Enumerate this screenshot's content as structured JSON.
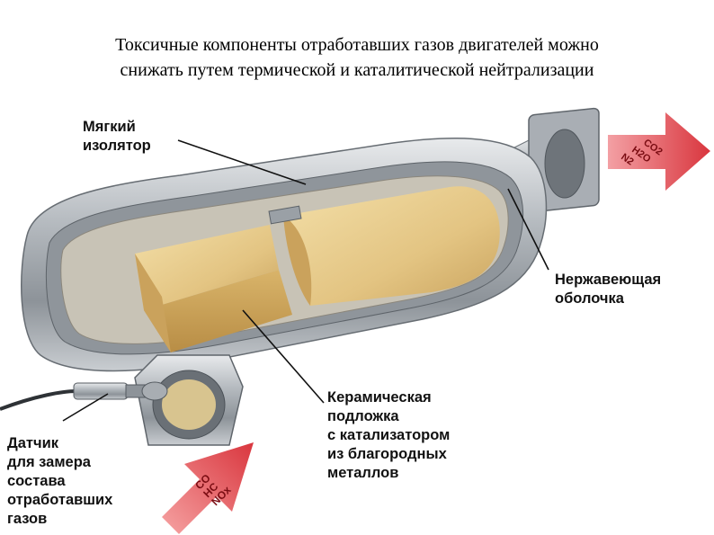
{
  "title": {
    "line1": "Токсичные компоненты отработавших газов двигателей можно",
    "line2": "снижать путем термической и каталитической нейтрализации"
  },
  "labels": {
    "insulator": [
      "Мягкий",
      "изолятор"
    ],
    "shell": [
      "Нержавеющая",
      "оболочка"
    ],
    "substrate": [
      "Керамическая",
      "подложка",
      "с катализатором",
      "из благородных",
      "металлов"
    ],
    "sensor": [
      "Датчик",
      "для замера",
      "состава",
      "отработавших",
      "газов"
    ]
  },
  "arrows": {
    "inlet": [
      "CO",
      "HC",
      "NOx"
    ],
    "outlet": [
      "CO2",
      "H2O",
      "N2"
    ]
  },
  "colors": {
    "arrow_red": "#d9363e",
    "ceramic": "#e6c98a",
    "steel": "#b9bdc2"
  }
}
